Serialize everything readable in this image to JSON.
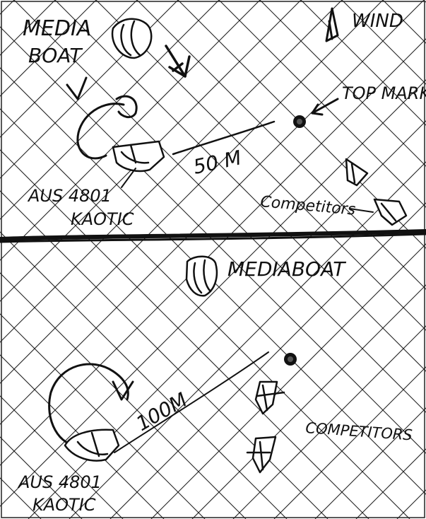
{
  "labels": {
    "media_boat_top_line1": "MEDIA",
    "media_boat_top_line2": "BOAT",
    "wind": "WIND",
    "top_mark": "TOP MARK",
    "distance_top": "50 M",
    "boat_top_line1": "AUS 4801",
    "boat_top_line2": "KAOTIC",
    "competitors_top": "Competitors",
    "media_boat_bottom": "MEDIABOAT",
    "distance_bottom": "100M",
    "competitors_bottom": "COMPETITORS",
    "boat_bottom_line1": "AUS 4801",
    "boat_bottom_line2": "KAOTIC"
  },
  "colors": {
    "paper": "#ffffff",
    "ink": "#111111",
    "grid": "#222222"
  }
}
